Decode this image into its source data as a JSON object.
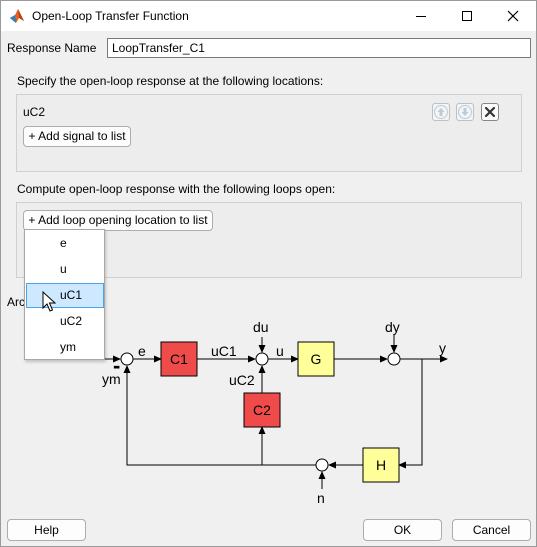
{
  "window": {
    "title": "Open-Loop Transfer Function"
  },
  "response": {
    "label": "Response Name",
    "value": "LoopTransfer_C1"
  },
  "open_loop_section": {
    "heading": "Specify the open-loop response at the following locations:",
    "signals": [
      "uC2"
    ],
    "add_button": "+ Add signal to list"
  },
  "loops_open_section": {
    "heading": "Compute open-loop response with the following loops open:",
    "add_button": "+ Add loop opening location to list"
  },
  "dropdown": {
    "items": [
      "e",
      "u",
      "uC1",
      "uC2",
      "ym"
    ],
    "selected": "uC1"
  },
  "hidden_label_fragment": "Arc",
  "diagram": {
    "blocks": {
      "c1": "C1",
      "c2": "C2",
      "g": "G",
      "h": "H"
    },
    "signals": {
      "e": "e",
      "uc1": "uC1",
      "u": "u",
      "uc2": "uC2",
      "du": "du",
      "dy": "dy",
      "y": "y",
      "ym": "ym",
      "n": "n",
      "minus": "-"
    },
    "colors": {
      "controller": "#f04b4b",
      "plant": "#ffff99"
    }
  },
  "footer": {
    "help": "Help",
    "ok": "OK",
    "cancel": "Cancel"
  }
}
